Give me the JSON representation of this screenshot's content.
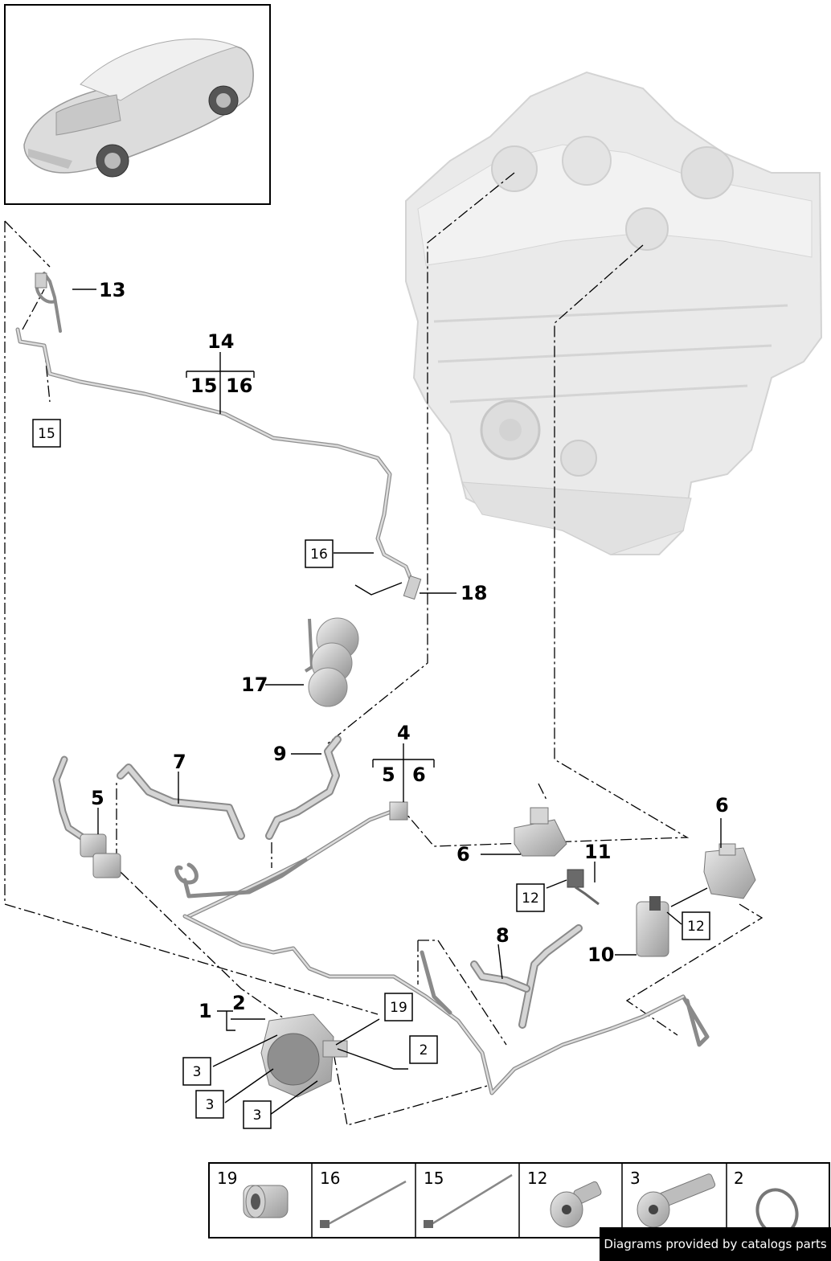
{
  "callouts": {
    "c1": "1",
    "c2": "2",
    "c4": "4",
    "c5a": "5",
    "c5b": "5",
    "c6a": "6",
    "c6b": "6",
    "c6c": "6",
    "c7": "7",
    "c8": "8",
    "c9": "9",
    "c10": "10",
    "c11": "11",
    "c13": "13",
    "c14": "14",
    "c15": "15",
    "c16": "16",
    "c17": "17",
    "c18": "18"
  },
  "boxed_refs": {
    "b15": "15",
    "b16": "16",
    "b12a": "12",
    "b12b": "12",
    "b19": "19",
    "b2": "2",
    "b3a": "3",
    "b3b": "3",
    "b3c": "3"
  },
  "legend": [
    {
      "number": "19",
      "icon": "sleeve-icon"
    },
    {
      "number": "16",
      "icon": "cable-tie-icon"
    },
    {
      "number": "15",
      "icon": "cable-tie-icon"
    },
    {
      "number": "12",
      "icon": "short-bolt-icon"
    },
    {
      "number": "3",
      "icon": "long-bolt-icon"
    },
    {
      "number": "2",
      "icon": "o-ring-icon"
    }
  ],
  "watermark": "Diagrams provided by catalogs parts",
  "colors": {
    "part_fill": "#d6d6d6",
    "part_stroke": "#8a8a8a",
    "engine_fill": "#e6e6e6",
    "line": "#000000"
  }
}
